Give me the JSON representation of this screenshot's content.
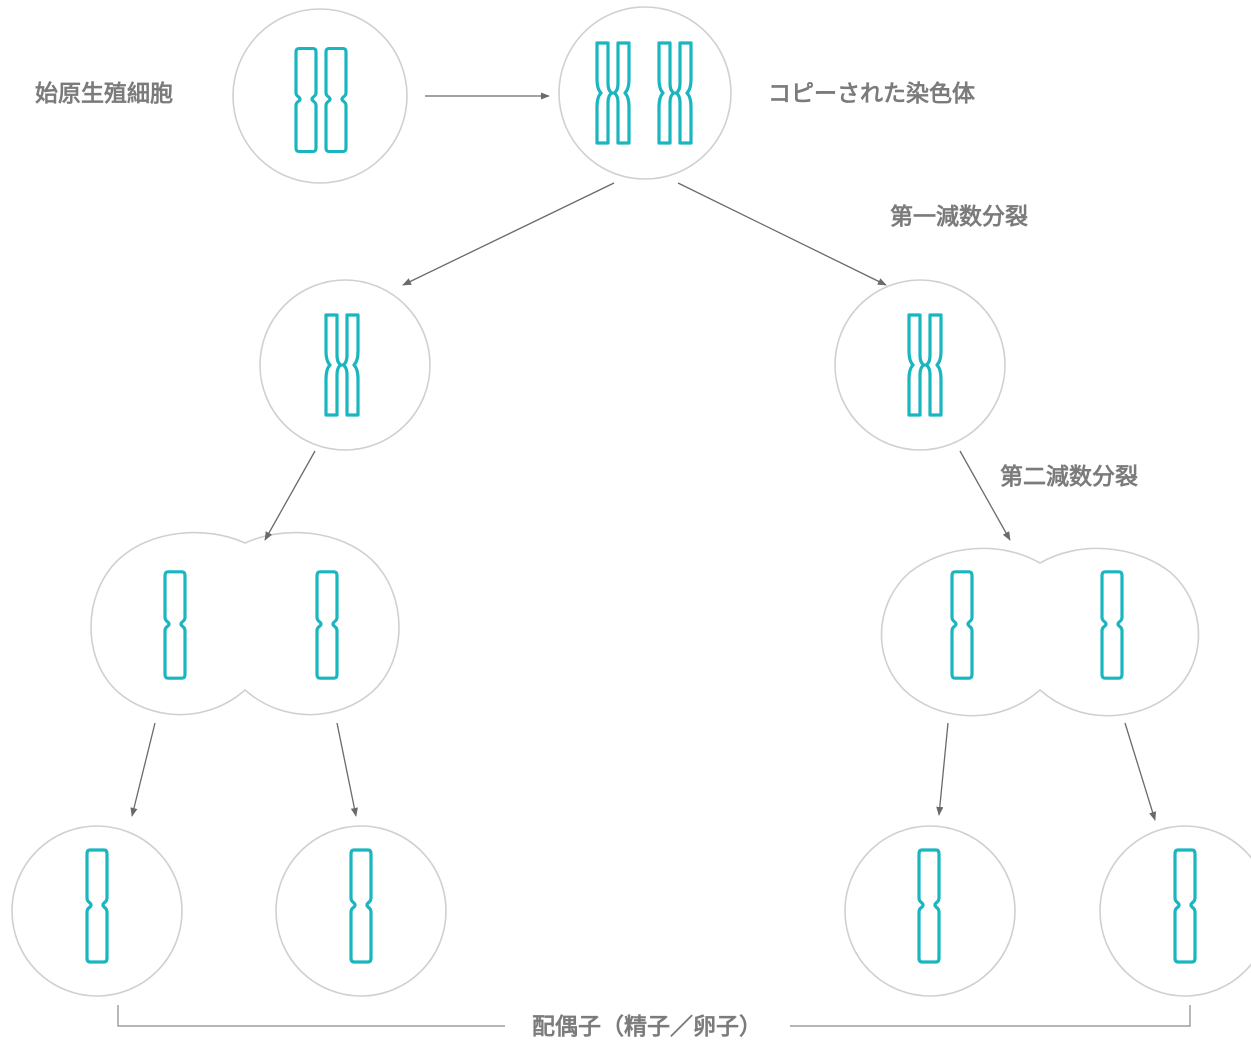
{
  "labels": {
    "primordial_germ_cell": "始原生殖細胞",
    "copied_chromosomes": "コピーされた染色体",
    "meiosis_1": "第一減数分裂",
    "meiosis_2": "第二減数分裂",
    "gametes": "配偶子（精子／卵子）"
  },
  "colors": {
    "chromosome": "#1ab6bf",
    "cell_outline": "#d0d0d0",
    "arrow": "#6a6a6a",
    "label": "#7b7b7b"
  }
}
